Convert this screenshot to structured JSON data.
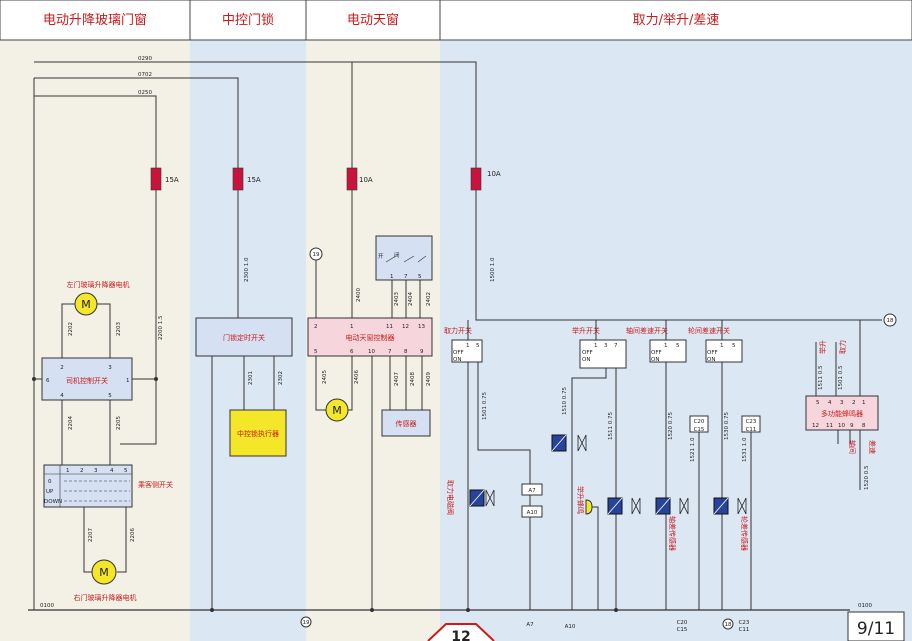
{
  "headers": {
    "window": "电动升降玻璃门窗",
    "lock": "中控门锁",
    "sunroof": "电动天窗",
    "pto": "取力/举升/差速"
  },
  "wires": {
    "top1": "0290",
    "top2": "0702",
    "top3": "0250",
    "ground": "0100",
    "w2202": "2202",
    "w2203": "2203",
    "w2200": "2200 1.5",
    "w2204": "2204",
    "w2205": "2205",
    "w2207": "2207",
    "w2206": "2206",
    "w2300": "2300 1.0",
    "w2301": "2301",
    "w2302": "2302",
    "w2400": "2400",
    "w2403": "2403",
    "w2404": "2404",
    "w2402": "2402",
    "w2405": "2405",
    "w2406": "2406",
    "w2407": "2407",
    "w2408": "2408",
    "w2409": "2409",
    "w1500": "1500 1.0",
    "w1501": "1501 0.75",
    "w1510": "1510 0.75",
    "w1511": "1511 0.75",
    "w1520": "1520 0.75",
    "w1521": "1521 1.0",
    "w1530": "1530 0.75",
    "w1531": "1531 1.0",
    "w1511b": "1511 0.5",
    "w1501b": "1501 0.5",
    "w1520b": "1520 0.5",
    "ground_right": "0100"
  },
  "fuses": {
    "f1": "15A",
    "f2": "15A",
    "f3": "10A",
    "f4": "10A"
  },
  "components": {
    "left_motor": "左门玻璃升降器电机",
    "driver_switch": "司机控制开关",
    "passenger_switch": "乘客侧开关",
    "right_motor": "右门玻璃升降器电机",
    "motor_symbol": "M",
    "lock_timer": "门锁定时开关",
    "lock_actuator": "中控锁执行器",
    "sunroof_ctrl": "电动天窗控制器",
    "sensor": "传感器",
    "sw_open": "开",
    "sw_close": "闭",
    "pto_switch": "取力开关",
    "lift_switch": "举升开关",
    "axle_switch": "轴间差速开关",
    "wheel_switch": "轮间差速开关",
    "pto_valve": "取力电磁阀",
    "lift_buzzer": "举升蜂鸣",
    "axle_sensor": "轴差传感器",
    "wheel_sensor": "轮差传感器",
    "buzzer": "多功能蜂鸣器",
    "buzzer_lift": "举升",
    "buzzer_pto": "取力",
    "buzzer_axle": "轴间",
    "buzzer_diff": "差速",
    "off": "OFF",
    "on": "ON",
    "up": "UP",
    "down": "DOWN"
  },
  "pins": {
    "driver_top": [
      "2",
      "3"
    ],
    "driver_side": [
      "6",
      "1"
    ],
    "driver_bot": [
      "4",
      "5"
    ],
    "pass_cols": [
      "1",
      "2",
      "3",
      "4",
      "5"
    ],
    "pass_rows": [
      "0",
      "UP",
      "DOWN"
    ],
    "sun_top": [
      "2",
      "1",
      "11",
      "12",
      "13"
    ],
    "sun_bot": [
      "5",
      "6",
      "10",
      "7",
      "8",
      "9"
    ],
    "sw_pins": [
      "1",
      "7",
      "5"
    ],
    "pto_sw": [
      "1",
      "5"
    ],
    "lift_sw": [
      "1",
      "3",
      "7"
    ],
    "axle_sw": [
      "1",
      "5"
    ],
    "wheel_sw": [
      "1",
      "5"
    ],
    "buz_top": [
      "5",
      "4",
      "3",
      "2",
      "1"
    ],
    "buz_bot": [
      "12",
      "11",
      "10",
      "9",
      "8"
    ]
  },
  "connectors": {
    "a7": "A7",
    "a10": "A10",
    "c20": "C20",
    "c15": "C15",
    "c23": "C23",
    "c11": "C11",
    "n19": "19",
    "n18": "18"
  },
  "bottom_labels": {
    "a7": "A7",
    "a10": "A10",
    "c20c15": "C20\nC15",
    "c23c11": "C23\nC11",
    "n19": "19",
    "n18": "18"
  },
  "page": {
    "number": "9/11",
    "tab": "12"
  },
  "colors": {
    "header_text": "#cc1a1a",
    "panel_beige": "#f3f1e6",
    "panel_blue": "#dce7f4",
    "fuse": "#c8143c",
    "component_blue": "#d5e0f2",
    "component_pink": "#f6d6dc",
    "motor_yellow": "#f4e629",
    "solenoid": "#27439c"
  }
}
